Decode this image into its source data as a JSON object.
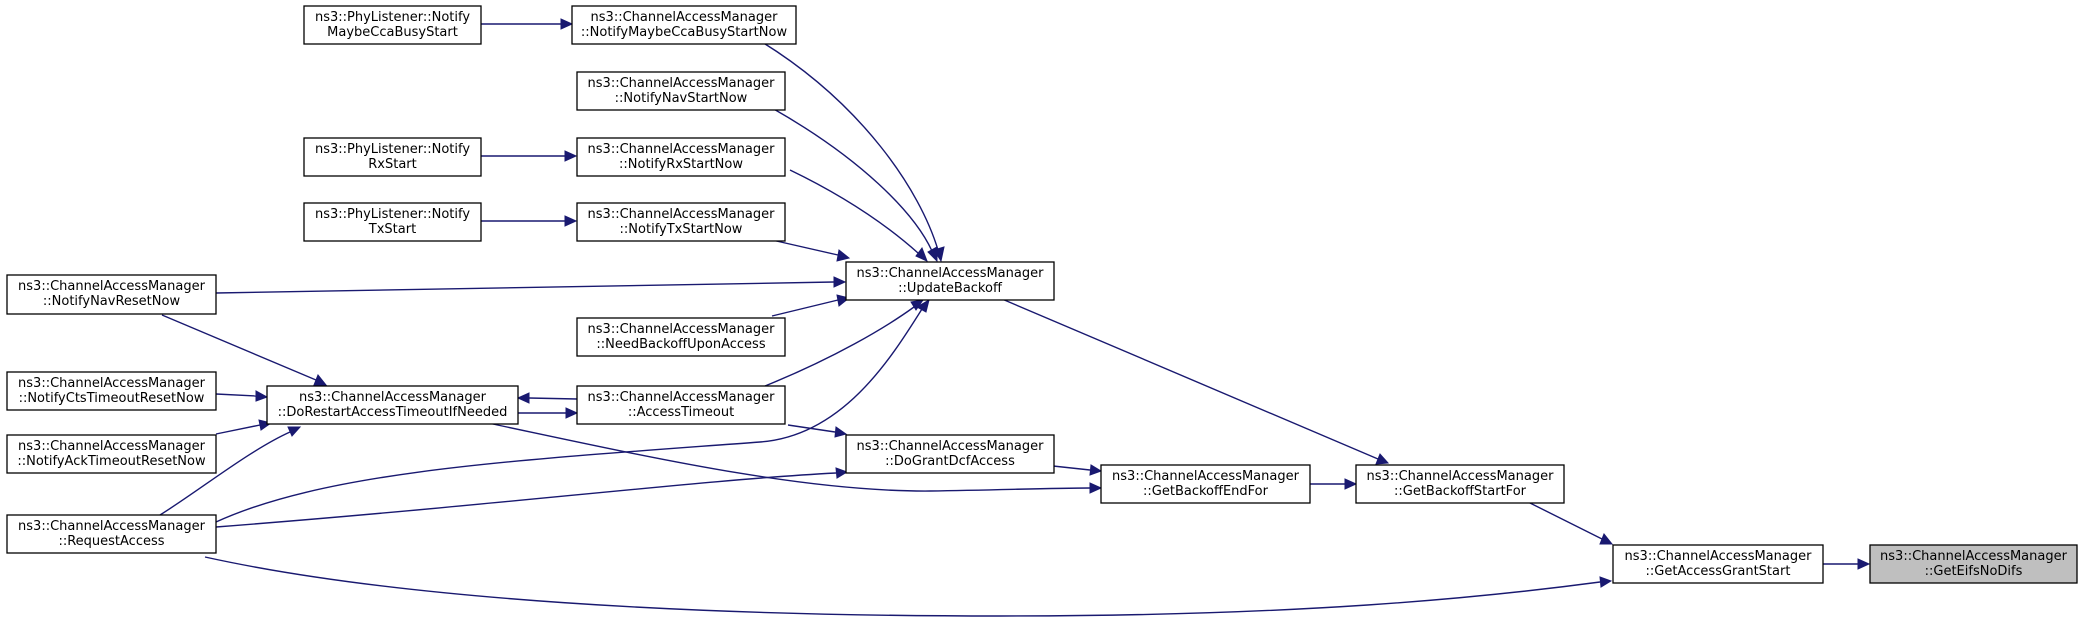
{
  "graph": {
    "nodes": {
      "n_maybe": {
        "line1": "ns3::PhyListener::Notify",
        "line2": "MaybeCcaBusyStart"
      },
      "n_cmmaybe": {
        "line1": "ns3::ChannelAccessManager",
        "line2": "::NotifyMaybeCcaBusyStartNow"
      },
      "n_navstart": {
        "line1": "ns3::ChannelAccessManager",
        "line2": "::NotifyNavStartNow"
      },
      "n_phyrx": {
        "line1": "ns3::PhyListener::Notify",
        "line2": "RxStart"
      },
      "n_cmrx": {
        "line1": "ns3::ChannelAccessManager",
        "line2": "::NotifyRxStartNow"
      },
      "n_phytx": {
        "line1": "ns3::PhyListener::Notify",
        "line2": "TxStart"
      },
      "n_cmtx": {
        "line1": "ns3::ChannelAccessManager",
        "line2": "::NotifyTxStartNow"
      },
      "n_update": {
        "line1": "ns3::ChannelAccessManager",
        "line2": "::UpdateBackoff"
      },
      "n_navreset": {
        "line1": "ns3::ChannelAccessManager",
        "line2": "::NotifyNavResetNow"
      },
      "n_needbackoff": {
        "line1": "ns3::ChannelAccessManager",
        "line2": "::NeedBackoffUponAccess"
      },
      "n_ctsreset": {
        "line1": "ns3::ChannelAccessManager",
        "line2": "::NotifyCtsTimeoutResetNow"
      },
      "n_restart": {
        "line1": "ns3::ChannelAccessManager",
        "line2": "::DoRestartAccessTimeoutIfNeeded"
      },
      "n_accesstimeout": {
        "line1": "ns3::ChannelAccessManager",
        "line2": "::AccessTimeout"
      },
      "n_ackreset": {
        "line1": "ns3::ChannelAccessManager",
        "line2": "::NotifyAckTimeoutResetNow"
      },
      "n_dogrant": {
        "line1": "ns3::ChannelAccessManager",
        "line2": "::DoGrantDcfAccess"
      },
      "n_backoffend": {
        "line1": "ns3::ChannelAccessManager",
        "line2": "::GetBackoffEndFor"
      },
      "n_backoffstart": {
        "line1": "ns3::ChannelAccessManager",
        "line2": "::GetBackoffStartFor"
      },
      "n_request": {
        "line1": "ns3::ChannelAccessManager",
        "line2": "::RequestAccess"
      },
      "n_grantstart": {
        "line1": "ns3::ChannelAccessManager",
        "line2": "::GetAccessGrantStart"
      },
      "n_eifs": {
        "line1": "ns3::ChannelAccessManager",
        "line2": "::GetEifsNoDifs"
      }
    },
    "edges": [
      {
        "from": "n_maybe",
        "to": "n_cmmaybe"
      },
      {
        "from": "n_phyrx",
        "to": "n_cmrx"
      },
      {
        "from": "n_phytx",
        "to": "n_cmtx"
      },
      {
        "from": "n_cmmaybe",
        "to": "n_update"
      },
      {
        "from": "n_navstart",
        "to": "n_update"
      },
      {
        "from": "n_cmrx",
        "to": "n_update"
      },
      {
        "from": "n_cmtx",
        "to": "n_update"
      },
      {
        "from": "n_navreset",
        "to": "n_update"
      },
      {
        "from": "n_needbackoff",
        "to": "n_update"
      },
      {
        "from": "n_accesstimeout",
        "to": "n_update"
      },
      {
        "from": "n_request",
        "to": "n_update"
      },
      {
        "from": "n_navreset",
        "to": "n_restart"
      },
      {
        "from": "n_ctsreset",
        "to": "n_restart"
      },
      {
        "from": "n_ackreset",
        "to": "n_restart"
      },
      {
        "from": "n_request",
        "to": "n_restart"
      },
      {
        "from": "n_accesstimeout",
        "to": "n_restart"
      },
      {
        "from": "n_restart",
        "to": "n_accesstimeout"
      },
      {
        "from": "n_accesstimeout",
        "to": "n_dogrant"
      },
      {
        "from": "n_request",
        "to": "n_dogrant"
      },
      {
        "from": "n_dogrant",
        "to": "n_backoffend"
      },
      {
        "from": "n_restart",
        "to": "n_backoffend"
      },
      {
        "from": "n_update",
        "to": "n_backoffstart"
      },
      {
        "from": "n_backoffend",
        "to": "n_backoffstart"
      },
      {
        "from": "n_backoffstart",
        "to": "n_grantstart"
      },
      {
        "from": "n_request",
        "to": "n_grantstart"
      },
      {
        "from": "n_grantstart",
        "to": "n_eifs"
      }
    ]
  },
  "colors": {
    "edge": "#191970",
    "highlight_fill": "#bfbfbf",
    "node_border": "#000000"
  }
}
